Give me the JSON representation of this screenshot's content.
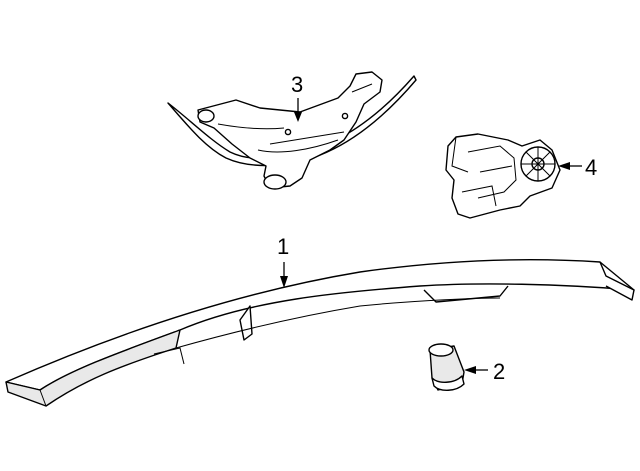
{
  "callouts": {
    "part1": "1",
    "part2": "2",
    "part3": "3",
    "part4": "4"
  },
  "colors": {
    "line": "#000000",
    "fill": "#ffffff",
    "shade": "#e9e9e9"
  }
}
